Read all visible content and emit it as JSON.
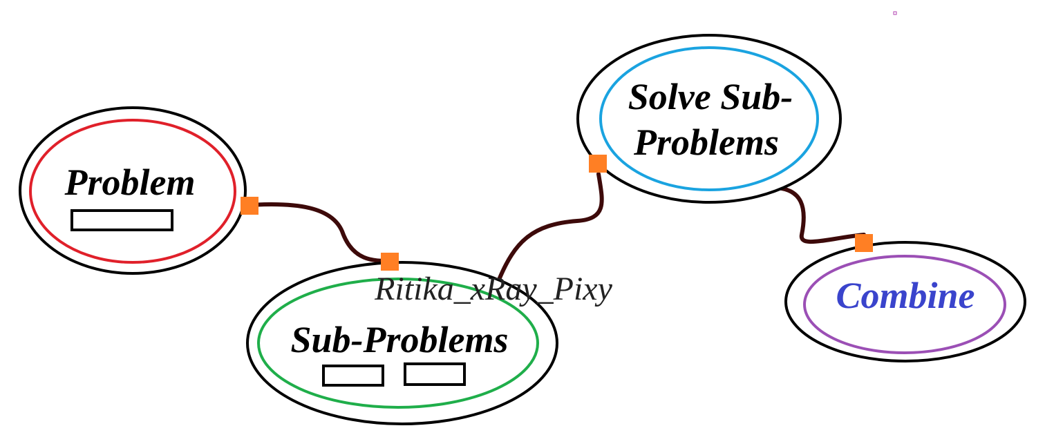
{
  "diagram": {
    "nodes": {
      "problem": {
        "label": "Problem",
        "ring_color": "#e0202a",
        "text_color": "#000000"
      },
      "sub_problems": {
        "label": "Sub-Problems",
        "ring_color": "#1fae4a",
        "text_color": "#000000"
      },
      "solve": {
        "label_line1": "Solve Sub-",
        "label_line2": "Problems",
        "ring_color": "#1aa3e0",
        "text_color": "#000000"
      },
      "combine": {
        "label": "Combine",
        "ring_color": "#9b4fb5",
        "text_color": "#3a44cc"
      }
    },
    "connector_color": "#3d0a0a",
    "port_color": "#ff7f24",
    "watermark": "Ritika_xRay_Pixy"
  }
}
